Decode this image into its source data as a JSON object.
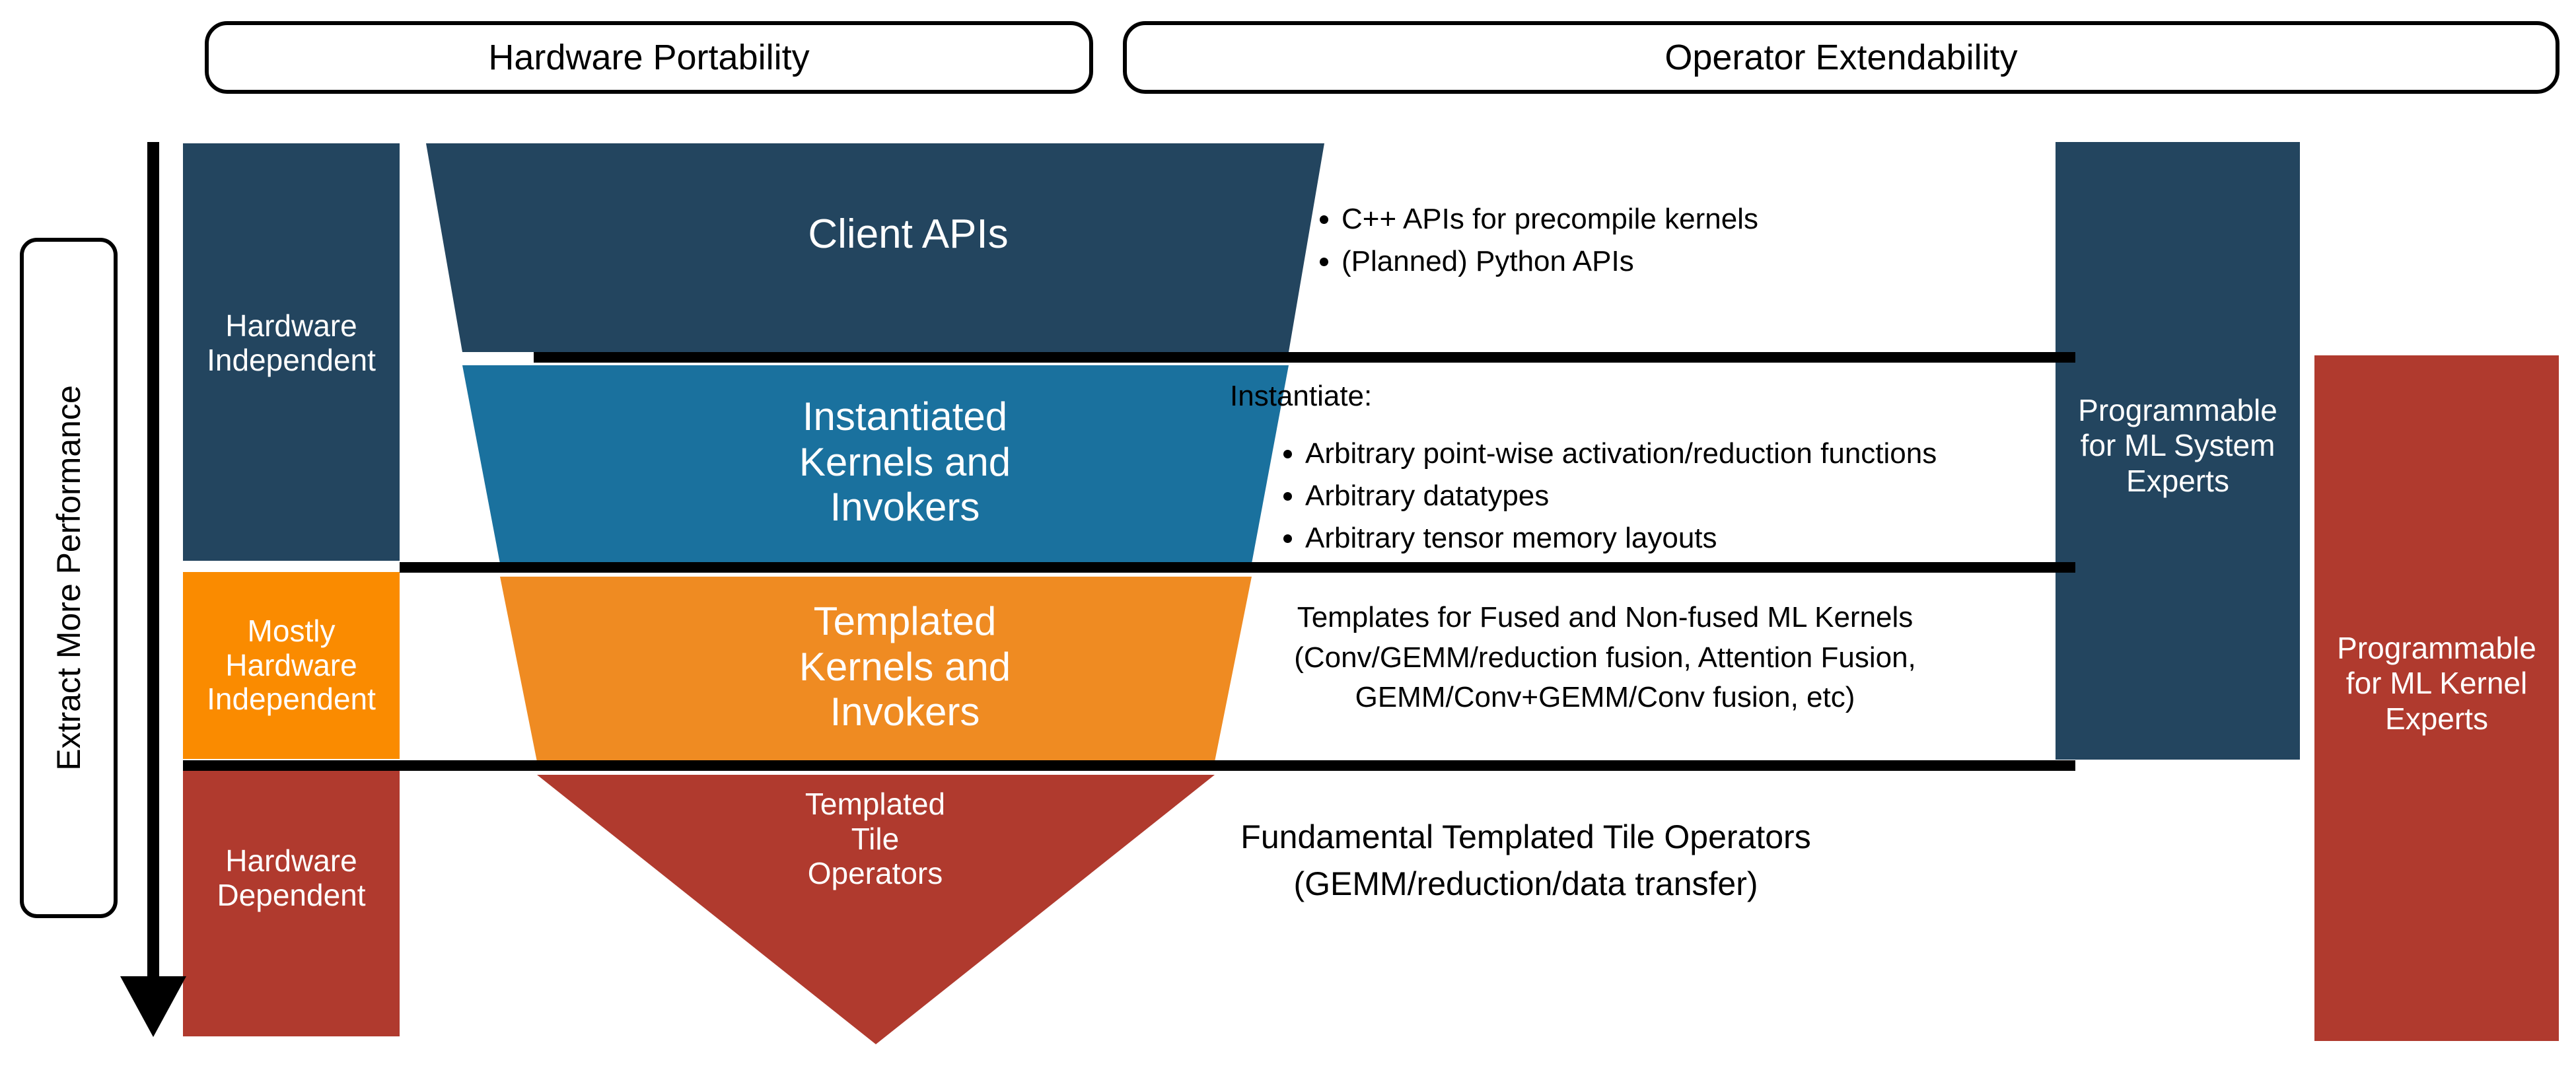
{
  "headers": [
    {
      "label": "Hardware Portability"
    },
    {
      "label": "Operator Extendability"
    }
  ],
  "axis": {
    "label": "Extract More Performance",
    "direction": "down-arrow"
  },
  "stages": [
    {
      "label": "Hardware\nIndependent",
      "color": "#23455f"
    },
    {
      "label": "Mostly\nHardware\nIndependent",
      "color": "#fa8b00"
    },
    {
      "label": "Hardware\nDependent",
      "color": "#b03a2e"
    }
  ],
  "funnel": {
    "tiers": [
      {
        "label": "Client APIs",
        "color": "#23455f",
        "font_size": 62
      },
      {
        "label": "Instantiated\nKernels and\nInvokers",
        "color": "#1a719e",
        "font_size": 60
      },
      {
        "label": "Templated\nKernels and\nInvokers",
        "color": "#ef8b22",
        "font_size": 60
      },
      {
        "label": "Templated\nTile\nOperators",
        "color": "#b03a2e",
        "font_size": 46
      }
    ]
  },
  "descriptions": [
    {
      "id": "client-apis",
      "intro": "",
      "bullets": [
        "C++ APIs for precompile kernels",
        "(Planned) Python APIs"
      ],
      "paragraph": ""
    },
    {
      "id": "instantiated-kernels",
      "intro": "Instantiate:",
      "bullets": [
        "Arbitrary point-wise activation/reduction functions",
        "Arbitrary datatypes",
        "Arbitrary tensor memory layouts"
      ],
      "paragraph": ""
    },
    {
      "id": "templated-kernels",
      "intro": "",
      "bullets": [],
      "paragraph": "Templates for Fused and Non-fused ML Kernels\n(Conv/GEMM/reduction fusion, Attention Fusion,\nGEMM/Conv+GEMM/Conv fusion, etc)"
    },
    {
      "id": "templated-tile-operators",
      "intro": "",
      "bullets": [],
      "paragraph": "Fundamental Templated Tile Operators\n(GEMM/reduction/data transfer)"
    }
  ],
  "audiences": [
    {
      "label": "Programmable\nfor ML System\nExperts",
      "color": "#23455f"
    },
    {
      "label": "Programmable\nfor ML Kernel\nExperts",
      "color": "#b03a2e"
    }
  ],
  "colors": {
    "dark_navy": "#23455f",
    "mid_blue": "#1a719e",
    "orange": "#fa8b00",
    "orange_light": "#ef8b22",
    "red": "#b03a2e",
    "black": "#000000",
    "white": "#ffffff"
  }
}
